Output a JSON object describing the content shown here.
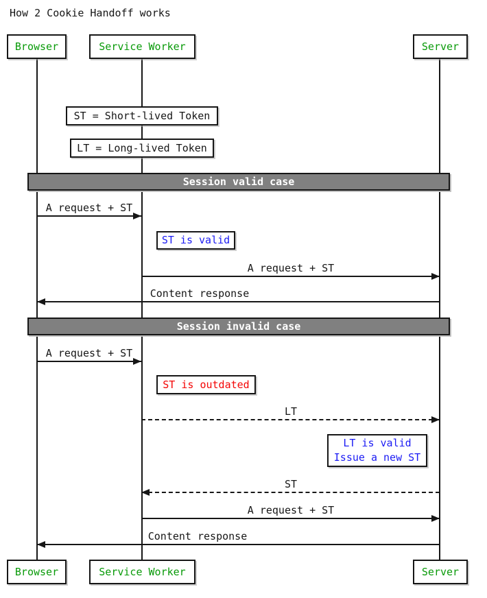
{
  "title": "How 2 Cookie Handoff works",
  "participants": {
    "browser": "Browser",
    "service_worker": "Service Worker",
    "server": "Server"
  },
  "notes": {
    "st_def": "ST = Short-lived Token",
    "lt_def": "LT = Long-lived Token",
    "st_valid": "ST is valid",
    "st_outdated": "ST is outdated",
    "lt_valid_line1": "LT is valid",
    "lt_valid_line2": "Issue a new ST"
  },
  "sections": {
    "valid": "Session valid case",
    "invalid": "Session invalid case"
  },
  "messages": {
    "m1": "A request + ST",
    "m2": "A request + ST",
    "m3": "Content response",
    "m4": "A request + ST",
    "m5": "LT",
    "m6": "ST",
    "m7": "A request + ST",
    "m8": "Content response"
  },
  "colors": {
    "participant_text": "#089a08",
    "note_blue_text": "#1b1bf4",
    "note_red_text": "#f40505",
    "divider_background": "#808080",
    "divider_text": "#ffffff",
    "line_color": "#161616",
    "background": "#ffffff"
  }
}
